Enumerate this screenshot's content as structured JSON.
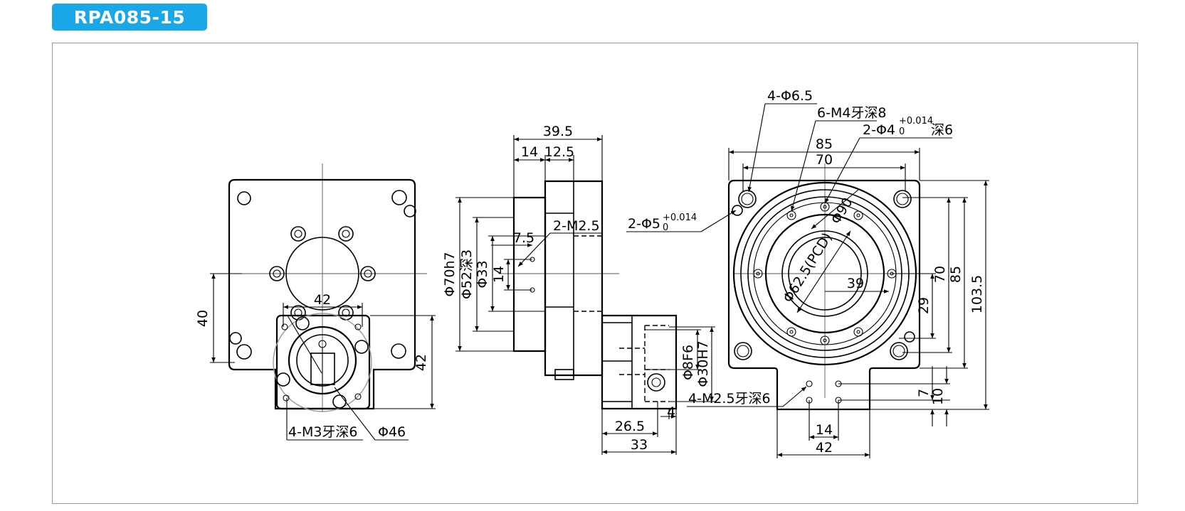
{
  "title": "RPA085-15",
  "front_view": {
    "dim_42_top": "42",
    "dim_40": "40",
    "dim_42_right": "42",
    "label_m3": "4-M3牙深6",
    "label_phi46": "Φ46"
  },
  "side_view": {
    "dim_39_5": "39.5",
    "dim_14": "14",
    "dim_12_5": "12.5",
    "dim_7_5": "7.5",
    "label_2m25": "2-M2.5",
    "dim_phi70h7": "Φ70h7",
    "dim_phi52": "Φ52深3",
    "dim_phi33": "Φ33",
    "dim_14_v": "14",
    "dim_phi8f6": "Φ8F6",
    "dim_phi30h7": "Φ30H7",
    "dim_4": "4",
    "dim_26_5": "26.5",
    "dim_33": "33"
  },
  "top_view": {
    "label_4phi65": "4-Φ6.5",
    "label_6m4": "6-M4牙深8",
    "label_2phi4": "2-Φ4",
    "label_2phi4_tol_upper": "+0.014",
    "label_2phi4_tol_lower": "0",
    "label_2phi4_depth": "深6",
    "label_2phi5": "2-Φ5",
    "label_2phi5_tol_upper": "+0.014",
    "label_2phi5_tol_lower": "0",
    "dim_85_top": "85",
    "dim_70_top": "70",
    "dim_phi90": "Φ90",
    "dim_phi625": "Φ62.5(PCD)",
    "dim_39": "39",
    "dim_29": "29",
    "dim_70_right": "70",
    "dim_85_right": "85",
    "dim_103_5": "103.5",
    "dim_7": "7",
    "dim_10": "10",
    "label_4m25": "4-M2.5牙深6",
    "dim_14_bottom": "14",
    "dim_42_bottom": "42"
  }
}
